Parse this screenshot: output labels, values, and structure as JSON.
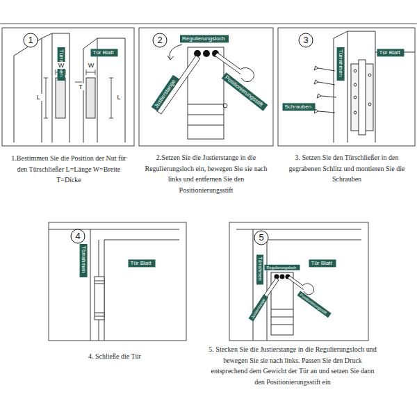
{
  "diagram": {
    "nodes": [
      {
        "text": [
          "1"
        ]
      },
      {
        "text": [
          "Türrahmen"
        ]
      },
      {
        "text": [
          "Tür Blatt"
        ]
      },
      {
        "text": [
          "2"
        ]
      },
      {
        "text": [
          "Regulierungsloch"
        ]
      },
      {
        "text": [
          "Justierstange"
        ]
      },
      {
        "text": [
          "Positionierungsstift"
        ]
      },
      {
        "text": [
          "3"
        ]
      },
      {
        "text": [
          "Türrahmen"
        ]
      },
      {
        "text": [
          "Tür Blatt"
        ]
      },
      {
        "text": [
          "Schrauben"
        ]
      },
      {
        "text": [
          "4"
        ]
      },
      {
        "text": [
          "Türrahmen"
        ]
      },
      {
        "text": [
          "Tür Blatt"
        ]
      },
      {
        "text": [
          "5"
        ]
      },
      {
        "text": [
          "Türrahmen"
        ]
      },
      {
        "text": [
          "Regulierungsloch"
        ]
      },
      {
        "text": [
          "Tür Blatt"
        ]
      },
      {
        "text": [
          "Justierstange"
        ]
      },
      {
        "text": [
          "Positionierungsstift"
        ]
      }
    ],
    "labels": [
      "W",
      "W",
      "T",
      "L",
      "L",
      "1.Bestimmen Sie die Position der Nut für den Türschließer L=Länge W=Breite T=Dicke",
      "2.Setzen Sie die Justierstange in die Regulierungsloch ein, bewegen Sie sie nach links und entfernen Sie den Positionierungsstift",
      "3. Setzen Sie den Türschließer in den gegrabenen Schlitz und montieren Sie die Schrauben",
      "4. Schließe die Tür",
      "5. Stecken Sie die Justierstange in die Regulierungsloch und bewegen Sie sie nach links. Passen Sie den Druck entsprechend dem Gewicht der Tür an und setzen Sie dann den Positionierungsstift ein"
    ]
  }
}
